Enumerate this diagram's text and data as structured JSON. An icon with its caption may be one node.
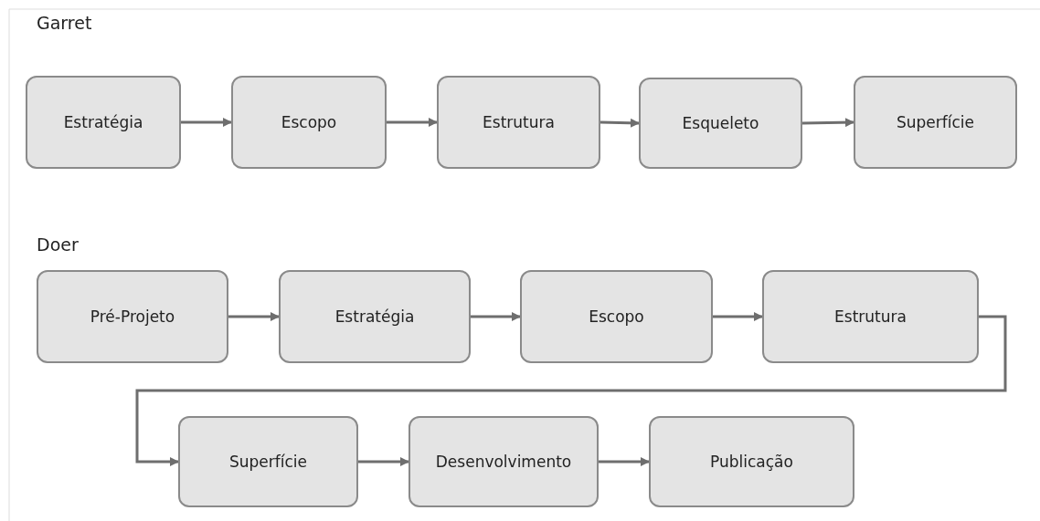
{
  "diagram": {
    "nodes": [
      {
        "text": [
          "Estratégia"
        ]
      },
      {
        "text": [
          "Escopo"
        ]
      },
      {
        "text": [
          "Estrutura"
        ]
      },
      {
        "text": [
          "Esqueleto"
        ]
      },
      {
        "text": [
          "Superfície"
        ]
      },
      {
        "text": [
          "Pré-Projeto"
        ]
      },
      {
        "text": [
          "Estratégia"
        ]
      },
      {
        "text": [
          "Escopo"
        ]
      },
      {
        "text": [
          "Estrutura"
        ]
      },
      {
        "text": [
          "Superfície"
        ]
      },
      {
        "text": [
          "Desenvolvimento"
        ]
      },
      {
        "text": [
          "Publicação"
        ]
      }
    ],
    "edges": [
      {
        "from": 0,
        "to": 1,
        "arrow": "to"
      },
      {
        "from": 1,
        "to": 2,
        "arrow": "to"
      },
      {
        "from": 2,
        "to": 3,
        "arrow": "to"
      },
      {
        "from": 3,
        "to": 4,
        "arrow": "to"
      },
      {
        "from": 5,
        "to": 6,
        "arrow": "to"
      },
      {
        "from": 6,
        "to": 7,
        "arrow": "to"
      },
      {
        "from": 7,
        "to": 8,
        "arrow": "to"
      },
      {
        "from": 8,
        "to": 9,
        "arrow": "to"
      },
      {
        "from": 9,
        "to": 10,
        "arrow": "to"
      },
      {
        "from": 10,
        "to": 11,
        "arrow": "to"
      }
    ],
    "labels": [
      "Garret",
      "Doer"
    ]
  }
}
